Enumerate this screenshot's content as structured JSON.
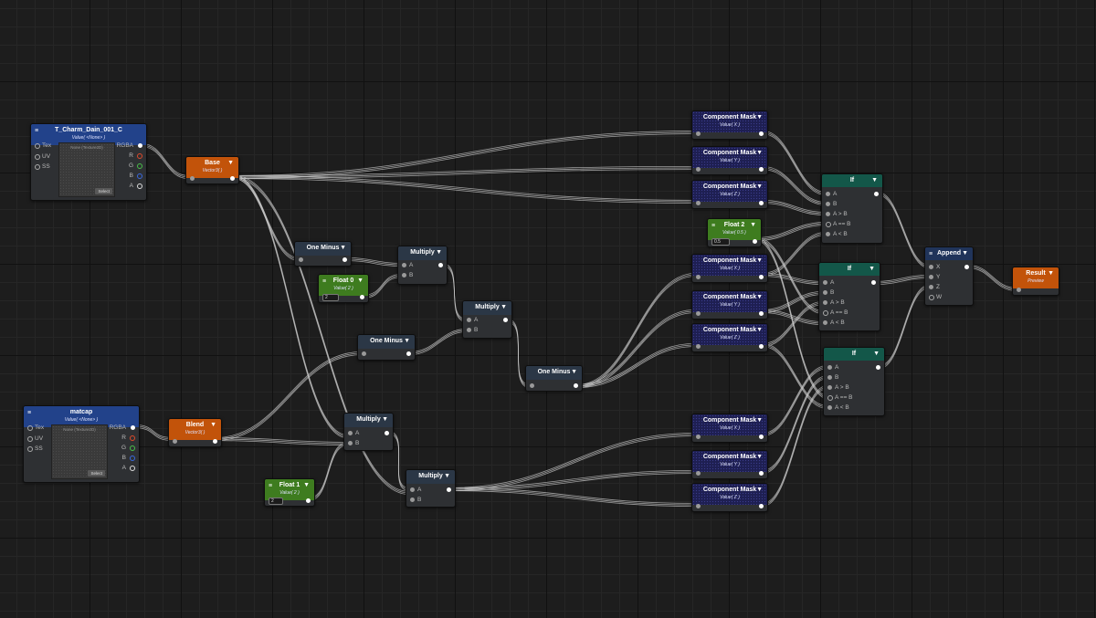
{
  "nodes": {
    "tex1": {
      "title": "T_Charm_Dain_001_C",
      "sub": "Value( <None> )",
      "preview": "None (Texture2D)",
      "select": "Select",
      "inputs": [
        "Tex",
        "UV",
        "SS"
      ],
      "outputs": [
        "RGBA",
        "R",
        "G",
        "B",
        "A"
      ]
    },
    "tex2": {
      "title": "matcap",
      "sub": "Value( <None> )",
      "preview": "None (Texture2D)",
      "select": "Select",
      "inputs": [
        "Tex",
        "UV",
        "SS"
      ],
      "outputs": [
        "RGBA",
        "R",
        "G",
        "B",
        "A"
      ]
    },
    "base": {
      "title": "Base",
      "sub": "Vector3( )"
    },
    "blend": {
      "title": "Blend",
      "sub": "Vector3( )"
    },
    "oneminus1": {
      "title": "One Minus"
    },
    "oneminus2": {
      "title": "One Minus"
    },
    "oneminus3": {
      "title": "One Minus"
    },
    "mul1": {
      "title": "Multiply",
      "a": "A",
      "b": "B"
    },
    "mul2": {
      "title": "Multiply",
      "a": "A",
      "b": "B"
    },
    "mul3": {
      "title": "Multiply",
      "a": "A",
      "b": "B"
    },
    "mul4": {
      "title": "Multiply",
      "a": "A",
      "b": "B"
    },
    "float0": {
      "title": "Float 0",
      "sub": "Value( 2 )",
      "value": "2"
    },
    "float1": {
      "title": "Float 1",
      "sub": "Value( 2 )",
      "value": "2"
    },
    "float2": {
      "title": "Float 2",
      "sub": "Value( 0.5 )",
      "value": "0.5"
    },
    "cm1": {
      "title": "Component Mask",
      "sub": "Value( X )"
    },
    "cm2": {
      "title": "Component Mask",
      "sub": "Value( Y )"
    },
    "cm3": {
      "title": "Component Mask",
      "sub": "Value( Z )"
    },
    "cm4": {
      "title": "Component Mask",
      "sub": "Value( X )"
    },
    "cm5": {
      "title": "Component Mask",
      "sub": "Value( Y )"
    },
    "cm6": {
      "title": "Component Mask",
      "sub": "Value( Z )"
    },
    "cm7": {
      "title": "Component Mask",
      "sub": "Value( X )"
    },
    "cm8": {
      "title": "Component Mask",
      "sub": "Value( Y )"
    },
    "cm9": {
      "title": "Component Mask",
      "sub": "Value( Z )"
    },
    "if1": {
      "title": "If",
      "ports": [
        "A",
        "B",
        "A > B",
        "A == B",
        "A < B"
      ]
    },
    "if2": {
      "title": "If",
      "ports": [
        "A",
        "B",
        "A > B",
        "A == B",
        "A < B"
      ]
    },
    "if3": {
      "title": "If",
      "ports": [
        "A",
        "B",
        "A > B",
        "A == B",
        "A < B"
      ]
    },
    "append": {
      "title": "Append",
      "ports": [
        "X",
        "Y",
        "Z",
        "W"
      ]
    },
    "result": {
      "title": "Result",
      "sub": "Preview"
    }
  },
  "colors": {
    "background": "#1d1d1d",
    "wire": "#c9c9c9",
    "orange": "#c2530a",
    "green": "#3e7c1f",
    "teal": "#135749",
    "purple": "#1e1f52",
    "blue": "#22428a"
  }
}
